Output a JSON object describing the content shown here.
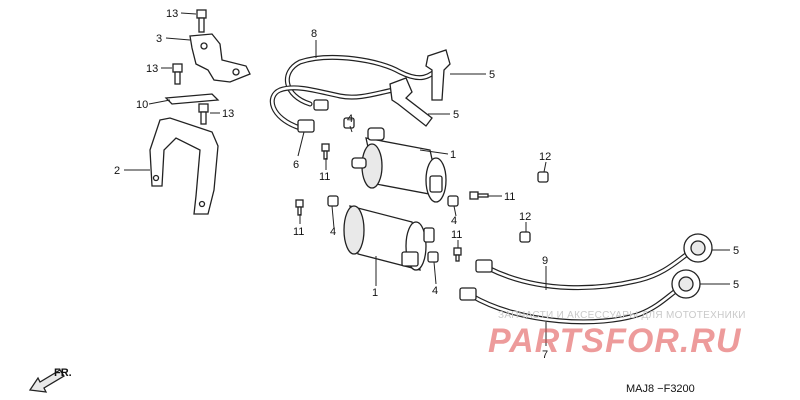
{
  "diagram": {
    "callouts": {
      "c13a": "13",
      "c3": "3",
      "c13b": "13",
      "c10": "10",
      "c13c": "13",
      "c2": "2",
      "c8": "8",
      "c5a": "5",
      "c5b": "5",
      "c6": "6",
      "c4a": "4",
      "c11a": "11",
      "c1a": "1",
      "c12a": "12",
      "c11b": "11",
      "c4b": "4",
      "c11c": "11",
      "c4c": "4",
      "c12b": "12",
      "c11d": "11",
      "c1b": "1",
      "c4d": "4",
      "c9": "9",
      "c5c": "5",
      "c5d": "5",
      "c7": "7"
    },
    "catalog_code": "MAJ8 −F3200",
    "fr_label": "FR.",
    "watermark": {
      "top_text": "ЗАПЧАСТИ И АКСЕССУАРЫ ДЛЯ МОТОТЕХНИКИ",
      "brand": "PARTSFOR.RU"
    }
  }
}
